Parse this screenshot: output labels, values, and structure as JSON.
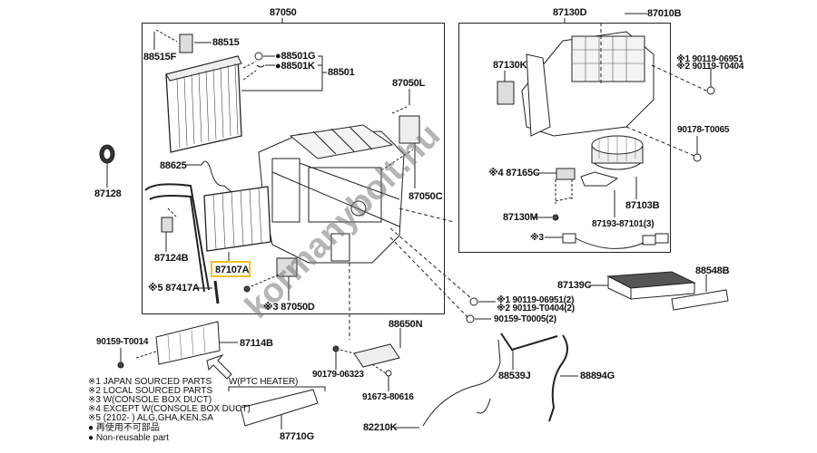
{
  "diagram": {
    "title": "Heater / Air Conditioner Unit & Blower parts diagram",
    "watermark": "kormanybolt.hu",
    "highlight_color": "#f0c020",
    "groups": {
      "left_unit": "87050",
      "blower_unit": "87130D"
    },
    "parts": {
      "p88515": "88515",
      "p88515F": "88515F",
      "p88501G": "●88501G",
      "p88501K": "●88501K",
      "p88501": "88501",
      "p87050L": "87050L",
      "p87128": "87128",
      "p88625": "88625",
      "p87050C": "87050C",
      "p87124B": "87124B",
      "p87107A": "87107A",
      "p87417A": "※5 87417A",
      "p87050D": "※3 87050D",
      "p87130K": "87130K",
      "p87010B": "87010B",
      "p90119_a": "※1 90119-06951",
      "p90119_b": "※2 90119-T0404",
      "p90178": "90178-T0065",
      "p87165C": "※4 87165C",
      "p87103B": "87103B",
      "p87130M": "87130M",
      "p87193": "87193-87101(3)",
      "p_x3": "※3",
      "p87139C": "87139C",
      "p88548B": "88548B",
      "p90119_c": "※1 90119-06951(2)",
      "p90119_d": "※2 90119-T0404(2)",
      "p90159_T0005": "90159-T0005(2)",
      "p88650N": "88650N",
      "p90179": "90179-06323",
      "p91673": "91673-80616",
      "p90159_T0014": "90159-T0014",
      "p87114B": "87114B",
      "p_ptc": "W(PTC HEATER)",
      "p87710G": "87710G",
      "p88539J": "88539J",
      "p88894G": "88894G",
      "p82210K": "82210K"
    },
    "notes": [
      "※1 JAPAN SOURCED PARTS",
      "※2 LOCAL SOURCED PARTS",
      "※3 W(CONSOLE BOX DUCT)",
      "※4 EXCEPT W(CONSOLE BOX DUCT)",
      "※5 (2102-        ) ALG,GHA,KEN,SA",
      "● 再使用不可部品",
      "● Non-reusable part"
    ]
  }
}
